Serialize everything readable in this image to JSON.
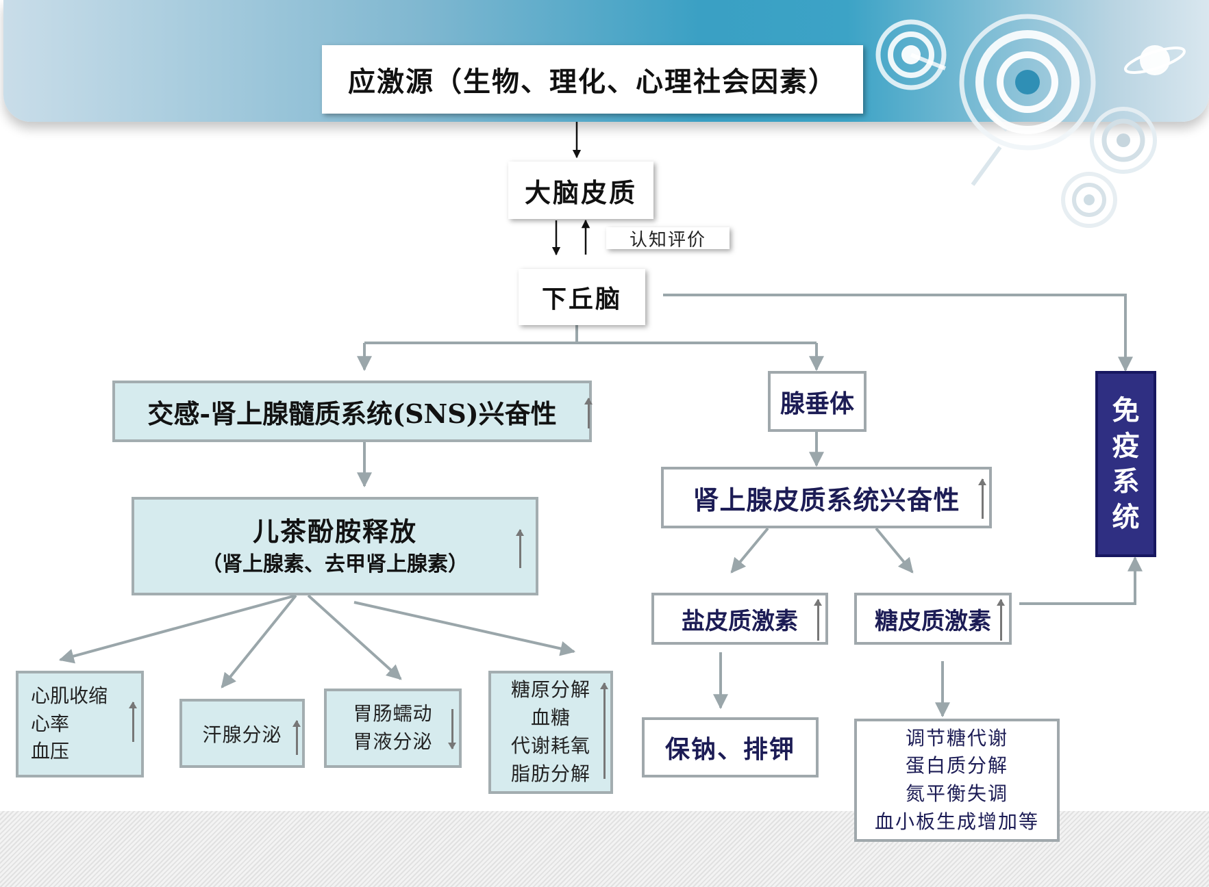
{
  "banner": {
    "title": "应激源（生物、理化、心理社会因素）"
  },
  "nodes": {
    "cortex": "大脑皮质",
    "cognitive": "认知评价",
    "hypothalamus": "下丘脑",
    "sns": "交感-肾上腺髓质系统(SNS)兴奋性",
    "catecholamine_title": "儿茶酚胺释放",
    "catecholamine_sub": "（肾上腺素、去甲肾上腺素）",
    "pituitary": "腺垂体",
    "adrenal_cortex": "肾上腺皮质系统兴奋性",
    "immune": [
      "免",
      "疫",
      "系",
      "统"
    ],
    "mineralocorticoid": "盐皮质激素",
    "glucocorticoid": "糖皮质激素",
    "heart": [
      "心肌收缩",
      "心率",
      "血压"
    ],
    "sweat": "汗腺分泌",
    "gut": [
      "胃肠蠕动",
      "胃液分泌"
    ],
    "metabolism": [
      "糖原分解",
      "血糖",
      "代谢耗氧",
      "脂肪分解"
    ],
    "sodium": "保钠、排钾",
    "gluco_effects": [
      "调节糖代谢",
      "蛋白质分解",
      "氮平衡失调",
      "血小板生成增加等"
    ]
  },
  "colors": {
    "line": "#9aa6aa",
    "teal_fill": "#d6ebee",
    "navy": "#2f2f82",
    "text_navy": "#1c1c55"
  }
}
